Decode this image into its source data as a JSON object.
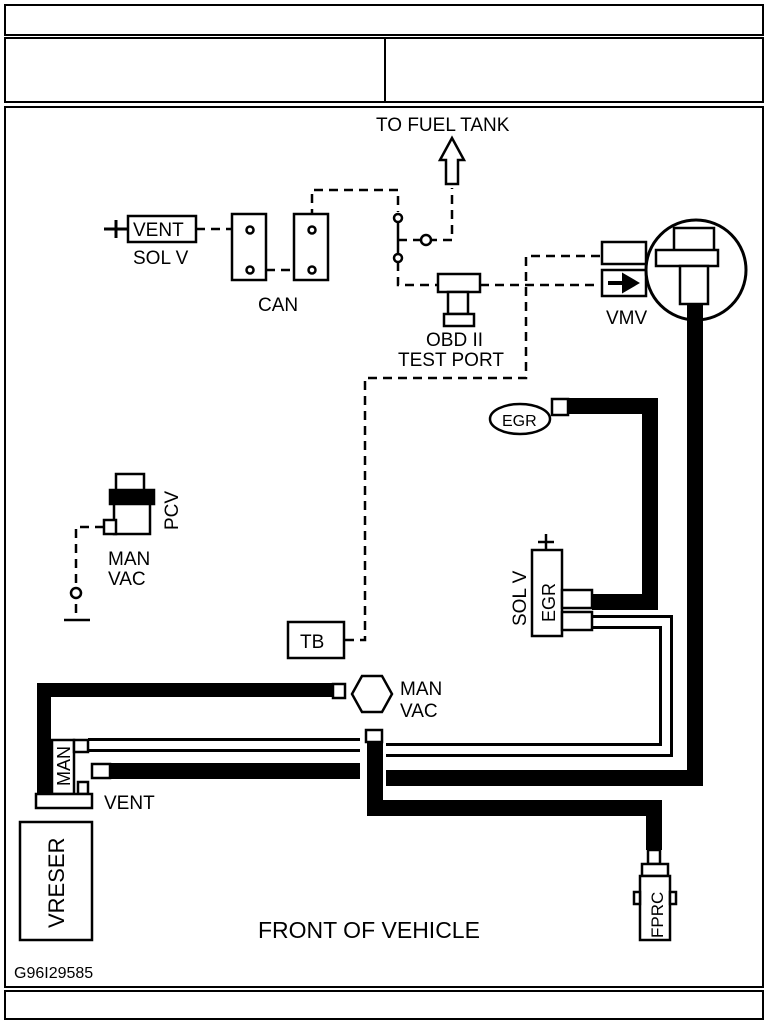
{
  "header": {
    "title_row": "",
    "left_cell": "",
    "right_cell": "",
    "footer_row": ""
  },
  "diagram": {
    "to_fuel_tank": "TO FUEL TANK",
    "vent_box": "VENT",
    "sol_v": "SOL V",
    "can": "CAN",
    "obd_line1": "OBD II",
    "obd_line2": "TEST PORT",
    "vmv": "VMV",
    "egr_oval": "EGR",
    "pcv": "PCV",
    "man_vac_left_1": "MAN",
    "man_vac_left_2": "VAC",
    "sol_v_egr_1": "SOL V",
    "sol_v_egr_2": "EGR",
    "tb": "TB",
    "man_vac_mid_1": "MAN",
    "man_vac_mid_2": "VAC",
    "man_vert": "MAN",
    "vent_label": "VENT",
    "vreser": "VRESER",
    "front_of_vehicle": "FRONT OF VEHICLE",
    "fprc": "FPRC",
    "figure_id": "G96I29585"
  }
}
